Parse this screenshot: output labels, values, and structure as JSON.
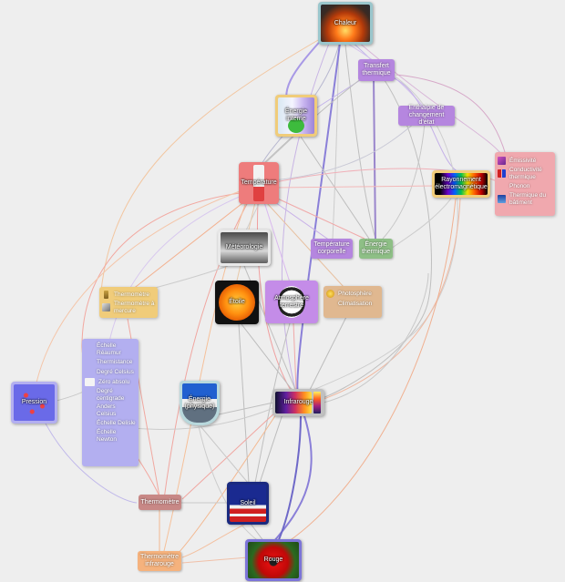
{
  "nodes": {
    "chaleur": "Chaleur",
    "transfert_thermique": "Transfert thermique",
    "energie_interne": "Énergie interne",
    "enthalpie": "Enthalpie de changement d'état",
    "temperature": "Température",
    "rayonnement": "Rayonnement électromagnétique",
    "meteorologie": "Météorologie",
    "temperature_corporelle": "Température corporelle",
    "energie_thermique": "Énergie thermique",
    "thermometre_mercure": "Thermomètre à mercure",
    "etoile": "Étoile",
    "atmosphere_terrestre": "Atmosphère terrestre",
    "pression": "Pression",
    "energie_physique": "Énergie (physique)",
    "infrarouge": "Infrarouge",
    "thermometre": "Thermomètre",
    "soleil": "Soleil",
    "thermometre_infrarouge": "Thermomètre infrarouge",
    "rouge": "Rouge"
  },
  "thermometre_group": [
    "Thermomètre",
    "Thermomètre à mercure"
  ],
  "photosphere_group": [
    "Photosphère",
    "Climatisation"
  ],
  "emissivite_group": [
    "Émissivité",
    "Conductivité thermique",
    "Phonon",
    "Thermique du bâtiment"
  ],
  "echelles_group": [
    "Échelle Réaumur",
    "Thermistance",
    "Degré Celsius",
    "Zéro absolu",
    "Degré centigrade",
    "Anders Celsius",
    "Échelle Delisle",
    "Échelle Newton"
  ],
  "colors": {
    "background": "#eeeeee",
    "red_node": "#ee7c7c",
    "purple_node": "#b586df",
    "green_node": "#8ebf86",
    "orange_node": "#f5b27d",
    "gold_node": "#f0cc7a",
    "pink_node": "#f0a8ae",
    "lavender_node": "#b3aff0",
    "tan_node": "#e0b890",
    "dark_red_node": "#c88886"
  }
}
